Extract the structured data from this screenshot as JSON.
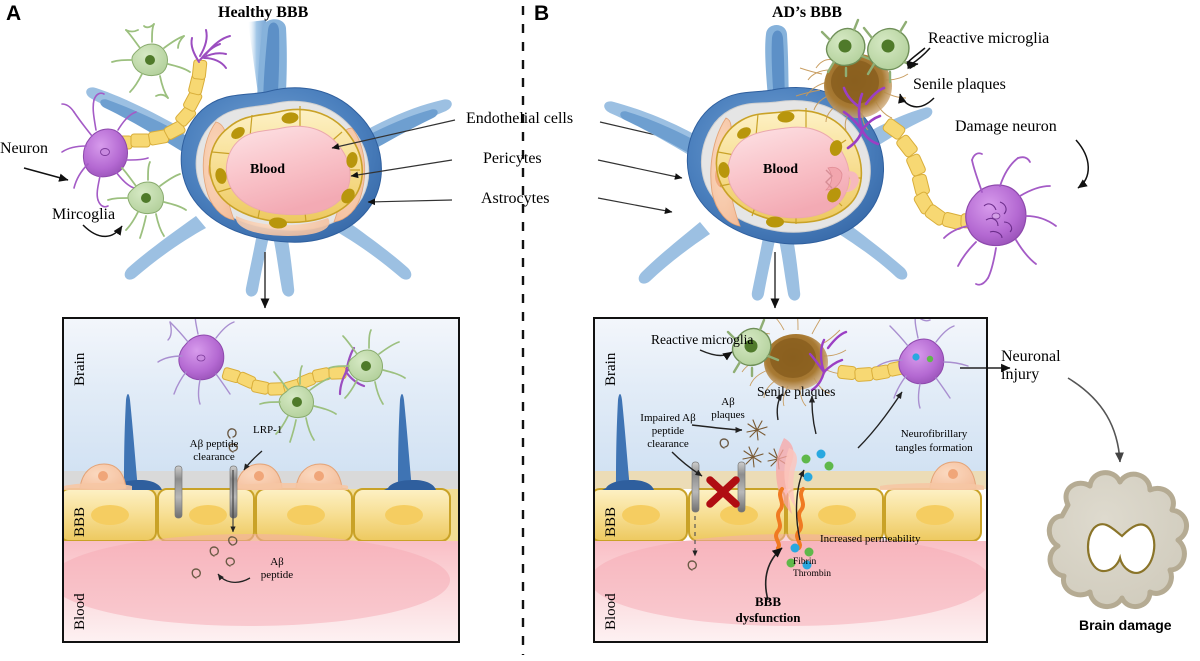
{
  "figure": {
    "type": "scientific-diagram",
    "subject": "Blood-brain barrier in health and Alzheimer's disease"
  },
  "panels": [
    {
      "letter": "A",
      "title": "Healthy BBB",
      "top_labels": [
        {
          "name": "neuron",
          "text": "Neuron"
        },
        {
          "name": "microglia",
          "text": "Mircoglia"
        }
      ],
      "vessel_center_label": "Blood",
      "detail_box": {
        "side_labels": [
          "Brain",
          "BBB",
          "Blood"
        ],
        "callouts": [
          {
            "name": "abeta-peptide-clearance",
            "text": "Aβ peptide\nclearance"
          },
          {
            "name": "lrp1",
            "text": "LRP-1"
          },
          {
            "name": "abeta-peptide",
            "text": "Aβ\npeptide"
          }
        ]
      }
    },
    {
      "letter": "B",
      "title": "AD’s BBB",
      "top_labels": [
        {
          "name": "reactive-microglia",
          "text": "Reactive microglia"
        },
        {
          "name": "senile-plaques",
          "text": "Senile plaques"
        },
        {
          "name": "damage-neuron",
          "text": "Damage neuron"
        }
      ],
      "vessel_center_label": "Blood",
      "detail_box": {
        "side_labels": [
          "Brain",
          "BBB",
          "Blood"
        ],
        "callouts": [
          {
            "name": "reactive-microglia",
            "text": "Reactive microglia"
          },
          {
            "name": "senile-plaques",
            "text": "Senile plaques"
          },
          {
            "name": "abeta-plaques",
            "text": "Aβ\nplaques"
          },
          {
            "name": "impaired-abeta-clearance",
            "text": "Impaired Aβ\npeptide\nclearance"
          },
          {
            "name": "neurofibrillary-tangles",
            "text": "Neurofibrillary\ntangles formation"
          },
          {
            "name": "increased-permeability",
            "text": "Increased permeability"
          },
          {
            "name": "fibrin-thrombin",
            "text": "Fibrin\nThrombin"
          },
          {
            "name": "bbb-dysfunction",
            "text": "BBB\ndysfunction"
          }
        ]
      }
    }
  ],
  "shared_labels": {
    "endothelial_cells": "Endothelial cells",
    "pericytes": "Pericytes",
    "astrocytes": "Astrocytes"
  },
  "outcome": {
    "neuronal_injury": "Neuronal\ninjury",
    "brain_damage": "Brain damage"
  },
  "colors": {
    "astrocyte_blue": "#4a7fbd",
    "astrocyte_blue_dark": "#2f5f9e",
    "endothelial_yellow": "#f6dc8a",
    "endothelial_yellow_dark": "#c9a227",
    "nucleus_olive": "#b8960c",
    "pericyte_peach": "#f6c6a4",
    "blood_pink": "#f8c2c6",
    "neuron_purple": "#b469d2",
    "microglia_green": "#b6d4a0",
    "microglia_nucleus": "#4f7a2a",
    "myelin_yellow": "#f7d873",
    "plaque_brown": "#8a5f1f",
    "plaque_brown_light": "#c79a5b",
    "fibrin_blue": "#29a8e0",
    "thrombin_green": "#5fb84a",
    "permeability_orange": "#f07a22",
    "brain_gray": "#d6d2c4",
    "brain_outline": "#b5ab93",
    "cross_red": "#b00d12",
    "box_border": "#111111"
  }
}
